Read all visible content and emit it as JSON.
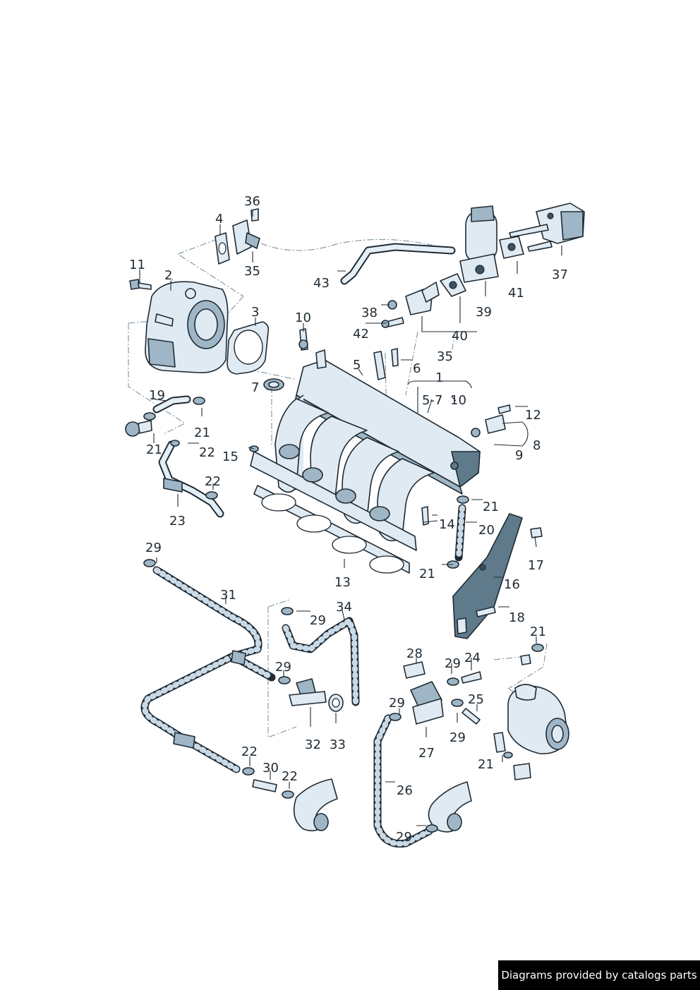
{
  "credit": "Diagrams provided by catalogs parts",
  "callouts": [
    {
      "id": "c1",
      "text": "1"
    },
    {
      "id": "c2",
      "text": "2"
    },
    {
      "id": "c3",
      "text": "3"
    },
    {
      "id": "c4",
      "text": "4"
    },
    {
      "id": "c5",
      "text": "5"
    },
    {
      "id": "c57",
      "text": "5-7"
    },
    {
      "id": "c6",
      "text": "6"
    },
    {
      "id": "c7",
      "text": "7"
    },
    {
      "id": "c8",
      "text": "8"
    },
    {
      "id": "c9",
      "text": "9"
    },
    {
      "id": "c10a",
      "text": "10"
    },
    {
      "id": "c10b",
      "text": "10"
    },
    {
      "id": "c11",
      "text": "11"
    },
    {
      "id": "c12",
      "text": "12"
    },
    {
      "id": "c13",
      "text": "13"
    },
    {
      "id": "c14",
      "text": "14"
    },
    {
      "id": "c15",
      "text": "15"
    },
    {
      "id": "c16",
      "text": "16"
    },
    {
      "id": "c17",
      "text": "17"
    },
    {
      "id": "c18",
      "text": "18"
    },
    {
      "id": "c19",
      "text": "19"
    },
    {
      "id": "c20",
      "text": "20"
    },
    {
      "id": "c21a",
      "text": "21"
    },
    {
      "id": "c21b",
      "text": "21"
    },
    {
      "id": "c21c",
      "text": "21"
    },
    {
      "id": "c21d",
      "text": "21"
    },
    {
      "id": "c21e",
      "text": "21"
    },
    {
      "id": "c21f",
      "text": "21"
    },
    {
      "id": "c22a",
      "text": "22"
    },
    {
      "id": "c22b",
      "text": "22"
    },
    {
      "id": "c22c",
      "text": "22"
    },
    {
      "id": "c22d",
      "text": "22"
    },
    {
      "id": "c23",
      "text": "23"
    },
    {
      "id": "c24",
      "text": "24"
    },
    {
      "id": "c25",
      "text": "25"
    },
    {
      "id": "c26",
      "text": "26"
    },
    {
      "id": "c27",
      "text": "27"
    },
    {
      "id": "c28",
      "text": "28"
    },
    {
      "id": "c29a",
      "text": "29"
    },
    {
      "id": "c29b",
      "text": "29"
    },
    {
      "id": "c29c",
      "text": "29"
    },
    {
      "id": "c29d",
      "text": "29"
    },
    {
      "id": "c29e",
      "text": "29"
    },
    {
      "id": "c29f",
      "text": "29"
    },
    {
      "id": "c29g",
      "text": "29"
    },
    {
      "id": "c30",
      "text": "30"
    },
    {
      "id": "c31",
      "text": "31"
    },
    {
      "id": "c32",
      "text": "32"
    },
    {
      "id": "c33",
      "text": "33"
    },
    {
      "id": "c34",
      "text": "34"
    },
    {
      "id": "c35a",
      "text": "35"
    },
    {
      "id": "c35b",
      "text": "35"
    },
    {
      "id": "c36",
      "text": "36"
    },
    {
      "id": "c37",
      "text": "37"
    },
    {
      "id": "c38",
      "text": "38"
    },
    {
      "id": "c39",
      "text": "39"
    },
    {
      "id": "c40",
      "text": "40"
    },
    {
      "id": "c41",
      "text": "41"
    },
    {
      "id": "c42",
      "text": "42"
    },
    {
      "id": "c43",
      "text": "43"
    }
  ]
}
